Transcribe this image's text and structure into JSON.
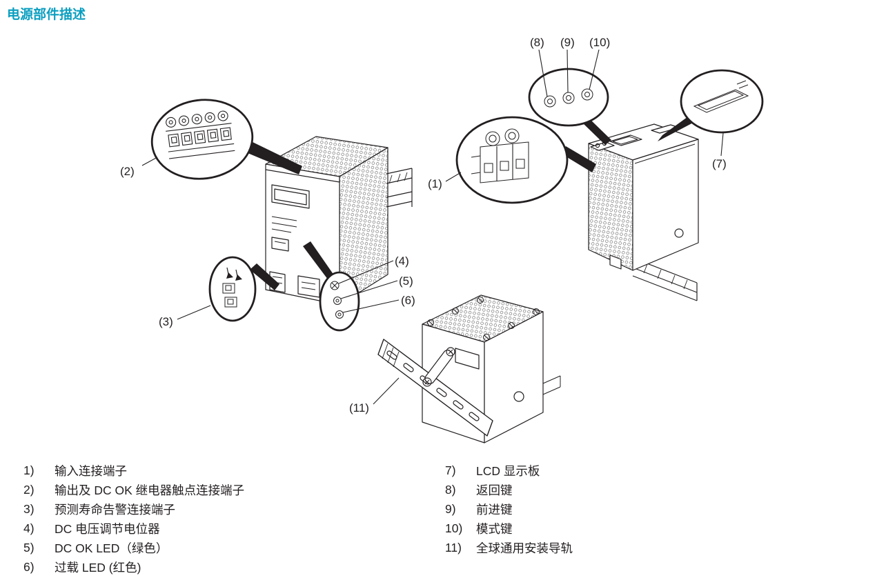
{
  "page": {
    "title": "电源部件描述"
  },
  "colors": {
    "title": "#0A9EC0",
    "line": "#231F20"
  },
  "diagram": {
    "labels": {
      "n1": "(1)",
      "n2": "(2)",
      "n3": "(3)",
      "n4": "(4)",
      "n5": "(5)",
      "n6": "(6)",
      "n7": "(7)",
      "n8": "(8)",
      "n9": "(9)",
      "n10": "(10)",
      "n11": "(11)"
    }
  },
  "legend": {
    "left": [
      {
        "num": "1)",
        "text": "输入连接端子"
      },
      {
        "num": "2)",
        "text": "输出及 DC OK 继电器触点连接端子"
      },
      {
        "num": "3)",
        "text": "预测寿命告警连接端子"
      },
      {
        "num": "4)",
        "text": "DC 电压调节电位器"
      },
      {
        "num": "5)",
        "text": "DC OK LED（绿色）"
      },
      {
        "num": "6)",
        "text": "过载 LED (红色)"
      }
    ],
    "right": [
      {
        "num": "7)",
        "text": "LCD 显示板"
      },
      {
        "num": "8)",
        "text": "返回键"
      },
      {
        "num": "9)",
        "text": "前进键"
      },
      {
        "num": "10)",
        "text": "模式键"
      },
      {
        "num": "11)",
        "text": "全球通用安装导轨"
      }
    ]
  }
}
